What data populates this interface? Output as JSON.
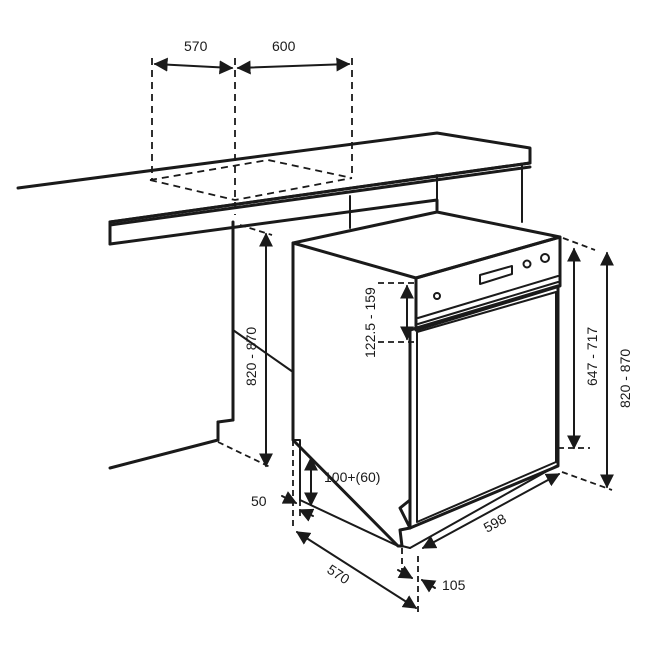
{
  "dimensions": {
    "top_left_width": "570",
    "top_right_width": "600",
    "niche_height": "820 - 870",
    "panel_height": "122.5 - 159",
    "door_height": "647 - 717",
    "total_height": "820 - 870",
    "plinth_height": "100+(60)",
    "plinth_depth": "50",
    "unit_width": "598",
    "unit_depth": "570",
    "door_offset": "105"
  }
}
